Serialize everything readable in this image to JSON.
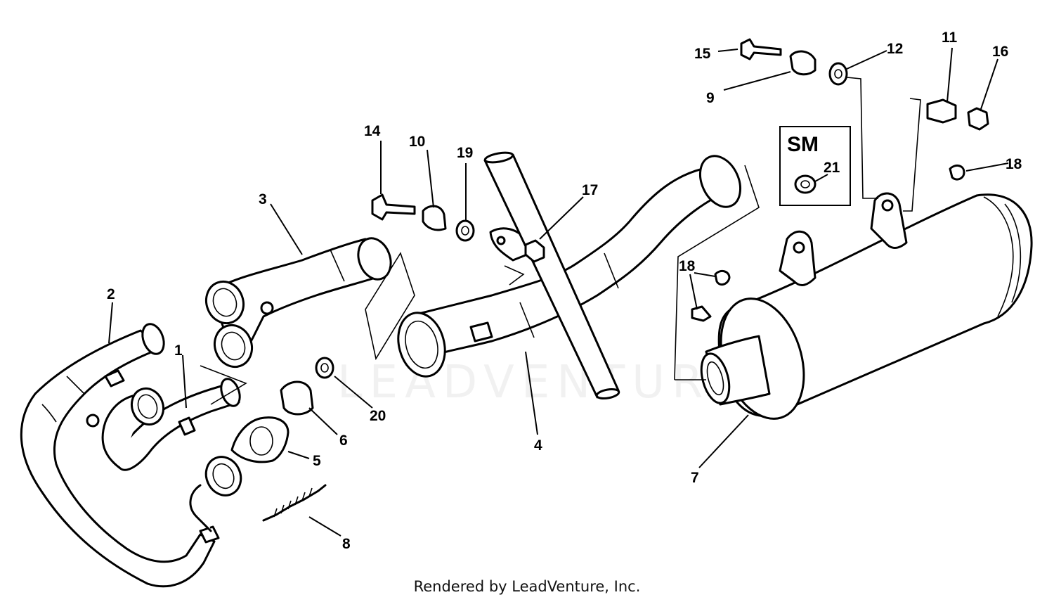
{
  "diagram": {
    "callouts": {
      "c1": "1",
      "c2": "2",
      "c3": "3",
      "c4": "4",
      "c5": "5",
      "c6": "6",
      "c7": "7",
      "c8": "8",
      "c9": "9",
      "c10": "10",
      "c11": "11",
      "c12": "12",
      "c14": "14",
      "c15": "15",
      "c16": "16",
      "c17": "17",
      "c18a": "18",
      "c18b": "18",
      "c19": "19",
      "c20": "20",
      "c21": "21"
    },
    "inset_label": "SM",
    "watermark": "LEADVENTURE"
  },
  "footer": {
    "text": "Rendered by LeadVenture, Inc."
  }
}
